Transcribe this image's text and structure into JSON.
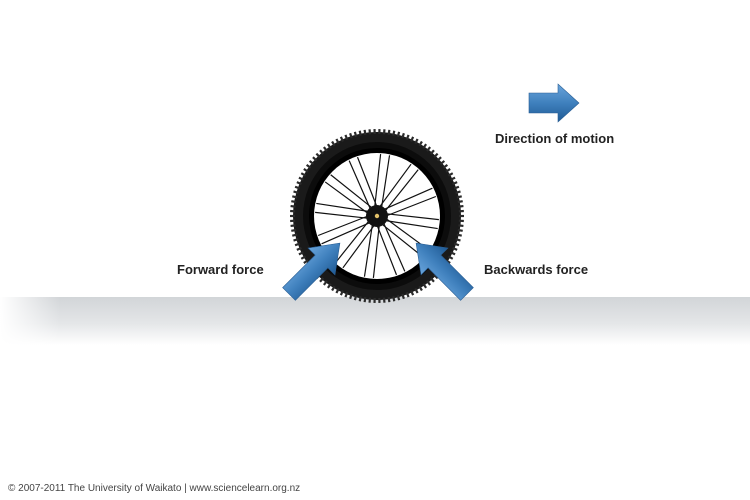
{
  "labels": {
    "direction": "Direction of motion",
    "forward": "Forward force",
    "backward": "Backwards force"
  },
  "footer": {
    "copyright": "© 2007-2011 The University of Waikato | www.sciencelearn.org.nz"
  },
  "colors": {
    "arrow": "#3f80bd",
    "tire": "#1a1a1a",
    "ground": "#d4d7da",
    "text": "#222222"
  },
  "icons": {
    "motion_arrow": "right-arrow-icon",
    "force_arrow": "diagonal-arrow-icon",
    "wheel": "bicycle-wheel"
  }
}
